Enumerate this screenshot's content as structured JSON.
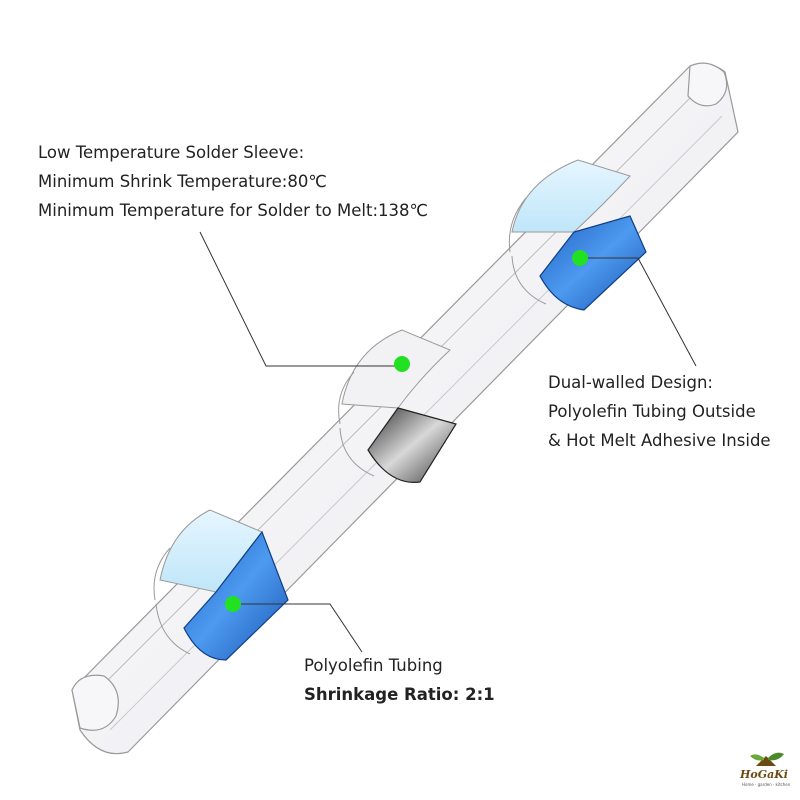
{
  "labels": {
    "solder": {
      "line1": "Low Temperature Solder Sleeve:",
      "line2": "Minimum Shrink Temperature:80℃",
      "line3": "Minimum Temperature for Solder to Melt:138℃"
    },
    "dual_wall": {
      "line1": "Dual-walled Design:",
      "line2": "Polyolefin Tubing Outside",
      "line3": "& Hot Melt Adhesive Inside"
    },
    "polyolefin": {
      "line1": "Polyolefin Tubing",
      "line2": "Shrinkage Ratio: 2:1"
    }
  },
  "logo": {
    "name": "HoGaKi",
    "tagline": "Home · garden · kitchen"
  },
  "colors": {
    "marker": "#22e022",
    "adhesive_blue": "#2f78d8",
    "solder_gray": "#7a7a7a",
    "tube_outline": "#9a9a9a",
    "leader_line": "#333333"
  }
}
